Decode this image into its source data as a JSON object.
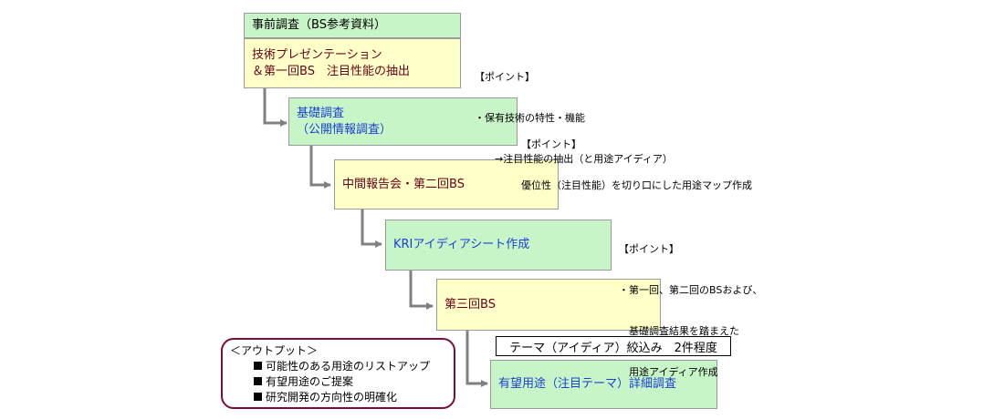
{
  "steps": {
    "header": {
      "text": "事前調査（BS参考資料）"
    },
    "tech_presentation": {
      "line1": "技術プレゼンテーション",
      "line2": "＆第一回BS　注目性能の抽出"
    },
    "basic_survey": {
      "line1": "基礎調査",
      "line2": "（公開情報調査）"
    },
    "interim_report": {
      "text": "中間報告会・第二回BS"
    },
    "kri_sheet": {
      "text": "KRIアイディアシート作成"
    },
    "third_bs": {
      "text": "第三回BS"
    },
    "promising_use": {
      "text": "有望用途（注目テーマ）詳細調査"
    }
  },
  "notes": {
    "point1": {
      "title": "【ポイント】",
      "lines": [
        "・保有技術の特性・機能",
        "　　→注目性能の抽出（と用途アイディア）"
      ]
    },
    "point2": {
      "title": "【ポイント】",
      "lines": [
        "優位性（注目性能）を切り口にした用途マップ作成"
      ]
    },
    "point3": {
      "title": "【ポイント】",
      "lines": [
        "・第一回、第二回のBSおよび、",
        "　基礎調査結果を踏まえた",
        "　用途アイディア作成"
      ]
    }
  },
  "theme_narrowing": {
    "text": "テーマ（アイディア）絞込み　2件程度"
  },
  "output": {
    "title": "＜アウトプット＞",
    "items": [
      "可能性のある用途のリストアップ",
      "有望用途のご提案",
      "研究開発の方向性の明確化"
    ]
  },
  "colors": {
    "yellow_box": "#ffffc8",
    "green_box": "#c8f5c8",
    "connector": "#808080",
    "output_border": "#7a1030"
  }
}
